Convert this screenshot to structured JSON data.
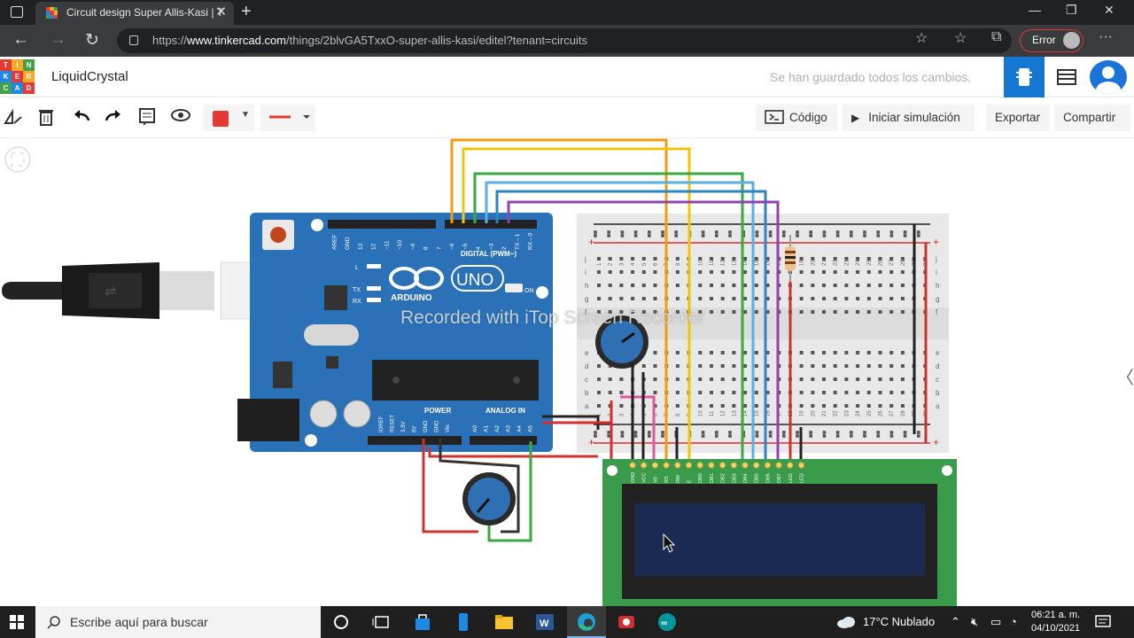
{
  "browser": {
    "tab_title": "Circuit design Super Allis-Kasi | T",
    "tab_close": "✕",
    "new_tab": "+",
    "url_prefix": "https://",
    "url_host": "www.tinkercad.com",
    "url_path": "/things/2blvGA5TxxO-super-allis-kasi/editel?tenant=circuits",
    "error_label": "Error",
    "window_controls": [
      "—",
      "❐",
      "✕"
    ],
    "more": "···"
  },
  "app": {
    "logo_letters": [
      "TIN",
      "KER",
      "CAD"
    ],
    "project_name": "LiquidCrystal",
    "save_status": "Se han guardado todos los cambios."
  },
  "toolbar": {
    "code_label": "Código",
    "start_sim_label": "Iniciar simulación",
    "export_label": "Exportar",
    "share_label": "Compartir",
    "color": "#e53935"
  },
  "arduino": {
    "brand": "ARDUINO",
    "model": "UNO",
    "digital_label": "DIGITAL (PWM~)",
    "power_label": "POWER",
    "analog_label": "ANALOG IN",
    "digital_pins": [
      "AREF",
      "GND",
      "13",
      "12",
      "~11",
      "~10",
      "~9",
      "8",
      "7",
      "~6",
      "~5",
      "4",
      "~3",
      "2",
      "TX→1",
      "RX←0"
    ],
    "power_pins": [
      "IOREF",
      "RESET",
      "3.3V",
      "5V",
      "GND",
      "GND",
      "Vin"
    ],
    "analog_pins": [
      "A0",
      "A1",
      "A2",
      "A3",
      "A4",
      "A5"
    ],
    "on_label": "ON",
    "tx": "TX",
    "rx": "RX",
    "l": "L"
  },
  "breadboard": {
    "row_letters_top": [
      "j",
      "i",
      "h",
      "g",
      "f"
    ],
    "row_letters_bottom": [
      "e",
      "d",
      "c",
      "b",
      "a"
    ],
    "col_numbers": [
      "1",
      "2",
      "3",
      "4",
      "5",
      "6",
      "7",
      "8",
      "9",
      "10",
      "11",
      "12",
      "13",
      "14",
      "15",
      "16",
      "17",
      "18",
      "19",
      "20",
      "21",
      "22",
      "23",
      "24",
      "25",
      "26",
      "27",
      "28",
      "29",
      "30"
    ],
    "plus": "+",
    "minus": "-"
  },
  "lcd": {
    "pin_labels": [
      "GND",
      "VCC",
      "V0",
      "RS",
      "RW",
      "E",
      "DB0",
      "DB1",
      "DB2",
      "DB3",
      "DB4",
      "DB5",
      "DB6",
      "DB7",
      "LED",
      "LED"
    ]
  },
  "watermark": "Recorded with iTop Screen Recorder",
  "taskbar": {
    "search_placeholder": "Escribe aquí para buscar",
    "weather": "17°C  Nublado",
    "time": "06:21 a. m.",
    "date": "04/10/2021"
  },
  "colors": {
    "tinkercad_blue": "#1477d1",
    "arduino_teal": "#2a71b8",
    "lcd_green": "#3a9b4a",
    "lcd_screen": "#1b2a52"
  }
}
